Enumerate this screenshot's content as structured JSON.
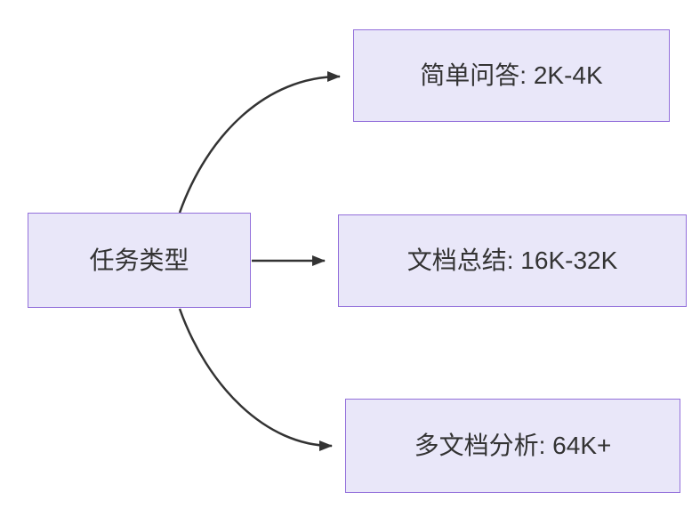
{
  "diagram": {
    "type": "flowchart-left-to-right",
    "root_label": "任务类型",
    "children": [
      {
        "label": "简单问答: 2K-4K"
      },
      {
        "label": "文档总结: 16K-32K"
      },
      {
        "label": "多文档分析: 64K+"
      }
    ],
    "colors": {
      "node_fill": "#E9E7F9",
      "node_border": "#9370DB",
      "edge": "#333333",
      "text": "#333333",
      "bg": "#FFFFFF"
    }
  }
}
